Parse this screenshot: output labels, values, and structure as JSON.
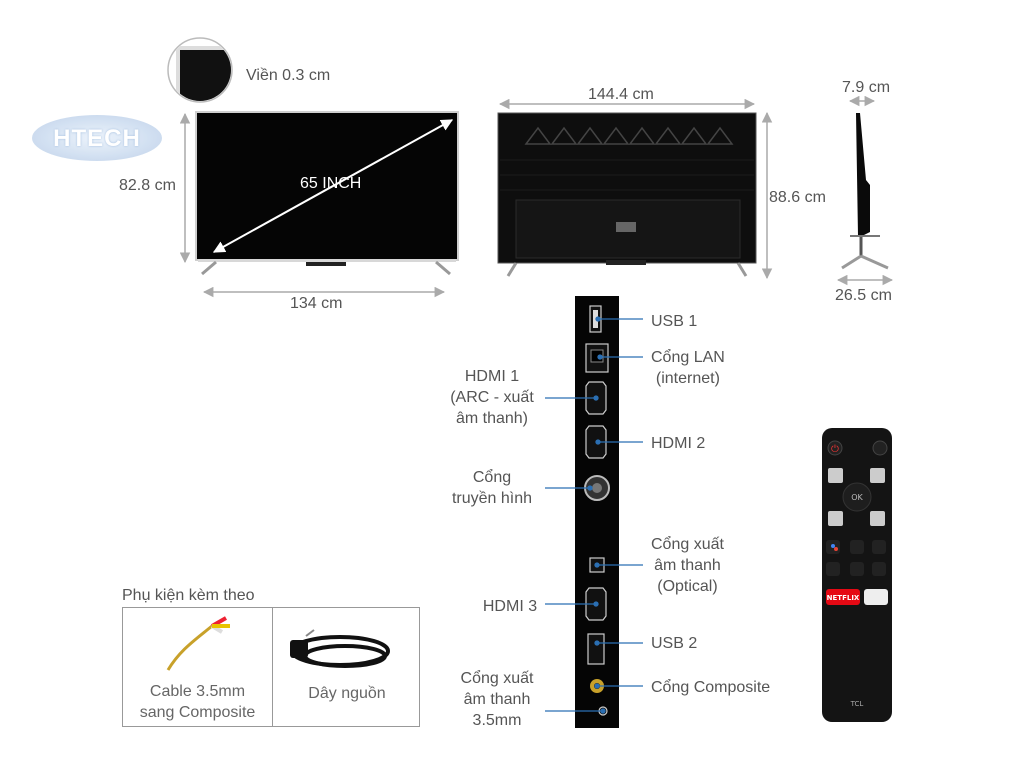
{
  "watermark": "HTECH",
  "front": {
    "bezel_label": "Viền 0.3 cm",
    "diagonal_label": "65 INCH",
    "height_label": "82.8 cm",
    "width_label": "134 cm"
  },
  "back": {
    "width_label": "144.4 cm",
    "height_label": "88.6 cm"
  },
  "side": {
    "depth_top_label": "7.9 cm",
    "depth_bottom_label": "26.5 cm"
  },
  "ports": {
    "usb1": "USB 1",
    "lan": [
      "Cổng LAN",
      "(internet)"
    ],
    "hdmi1": [
      "HDMI 1",
      "(ARC - xuất",
      "âm thanh)"
    ],
    "hdmi2": "HDMI 2",
    "antenna": [
      "Cổng",
      "truyền hình"
    ],
    "optical": [
      "Cổng xuất",
      "âm thanh",
      "(Optical)"
    ],
    "hdmi3": "HDMI 3",
    "usb2": "USB 2",
    "audio35": [
      "Cổng xuất",
      "âm thanh",
      "3.5mm"
    ],
    "composite": "Cổng Composite"
  },
  "accessories": {
    "title": "Phụ kiện kèm theo",
    "item1": [
      "Cable 3.5mm",
      "sang Composite"
    ],
    "item2": "Dây nguồn"
  },
  "remote": {
    "netflix": "NETFLIX",
    "brand": "TCL"
  },
  "colors": {
    "line": "#2b6fb3",
    "dim_arrow": "#aaaaaa",
    "tv_black": "#050505"
  }
}
